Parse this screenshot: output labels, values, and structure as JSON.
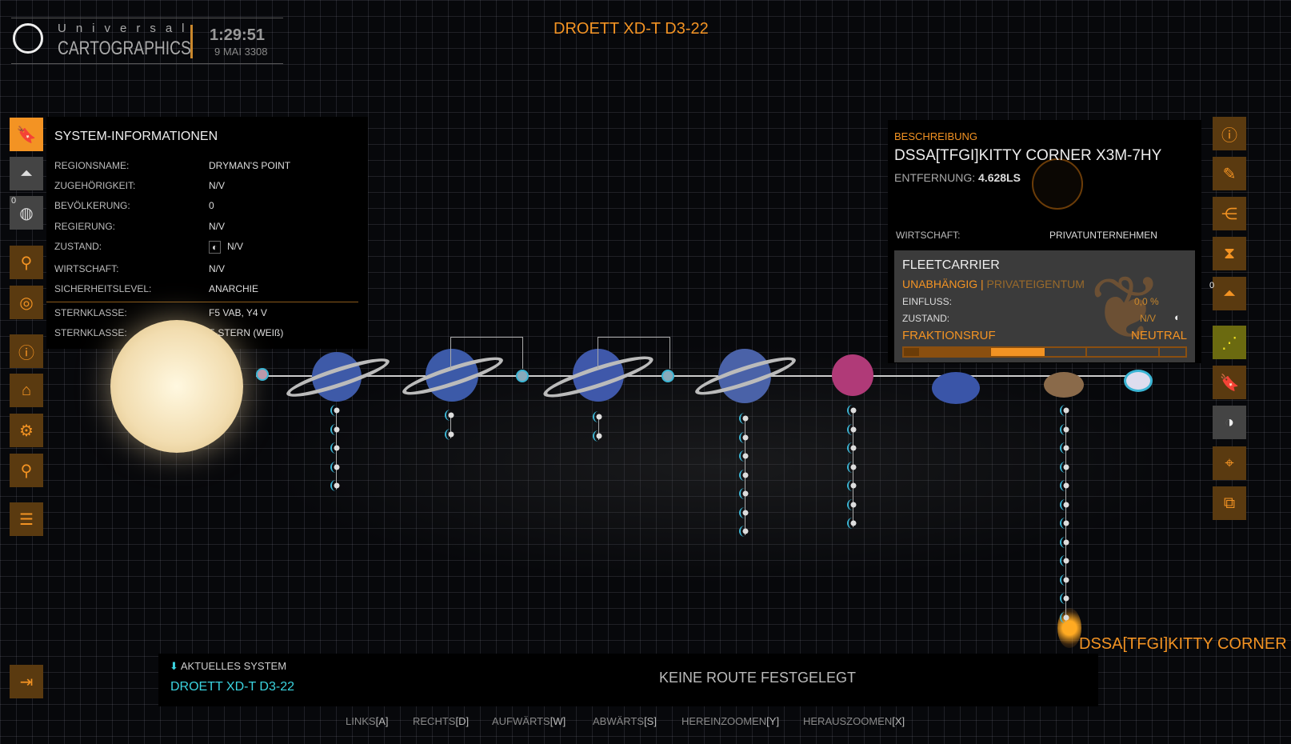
{
  "header": {
    "logo_top": "Universal",
    "logo_bottom": "CARTOGRAPHICS",
    "time": "1:29:51",
    "date": "9 MAI 3308",
    "system_title": "DROETT XD-T D3-22"
  },
  "system_info": {
    "title": "SYSTEM-INFORMATIONEN",
    "rows": [
      {
        "label": "REGIONSNAME:",
        "value": "DRYMAN'S POINT"
      },
      {
        "label": "ZUGEHÖRIGKEIT:",
        "value": "N/V"
      },
      {
        "label": "BEVÖLKERUNG:",
        "value": "0"
      },
      {
        "label": "REGIERUNG:",
        "value": "N/V"
      },
      {
        "label": "ZUSTAND:",
        "value": "N/V"
      },
      {
        "label": "WIRTSCHAFT:",
        "value": "N/V"
      },
      {
        "label": "SICHERHEITSLEVEL:",
        "value": "ANARCHIE"
      },
      {
        "label": "STERNKLASSE:",
        "value": "F5 VAB, Y4 V"
      },
      {
        "label": "STERNKLASSE:",
        "value": "F-STERN (WEIß)"
      }
    ]
  },
  "left_bar": {
    "badge": "0"
  },
  "right_bar": {
    "badge": "0"
  },
  "description": {
    "heading": "BESCHREIBUNG",
    "name": "DSSA[TFGI]KITTY CORNER X3M-7HY",
    "distance_label": "ENTFERNUNG:",
    "distance": "4.628LS",
    "economy_label": "WIRTSCHAFT:",
    "economy": "PRIVATUNTERNEHMEN",
    "fleet": {
      "title": "FLEETCARRIER",
      "allegiance": "UNABHÄNGIG",
      "sep": "|",
      "ownership": "PRIVATEIGENTUM",
      "influence_label": "EINFLUSS:",
      "influence": "0,0 %",
      "state_label": "ZUSTAND:",
      "state": "N/V",
      "rep_label": "FRAKTIONSRUF",
      "rep": "NEUTRAL",
      "rep_level_fraction": 0.5
    }
  },
  "bottom": {
    "current_label": "AKTUELLES SYSTEM",
    "current": "DROETT XD-T D3-22",
    "route": "KEINE ROUTE FESTGELEGT",
    "keys": [
      {
        "l": "LINKS",
        "k": "[A]"
      },
      {
        "l": "RECHTS",
        "k": "[D]"
      },
      {
        "l": "AUFWÄRTS",
        "k": "[W]"
      },
      {
        "l": "ABWÄRTS",
        "k": "[S]"
      },
      {
        "l": "HEREINZOOMEN",
        "k": "[Y]"
      },
      {
        "l": "HERAUSZOOMEN",
        "k": "[X]"
      }
    ]
  },
  "target_label": "DSSA[TFGI]KITTY CORNER",
  "moon_counts": [
    5,
    2,
    2,
    7,
    7,
    12
  ]
}
